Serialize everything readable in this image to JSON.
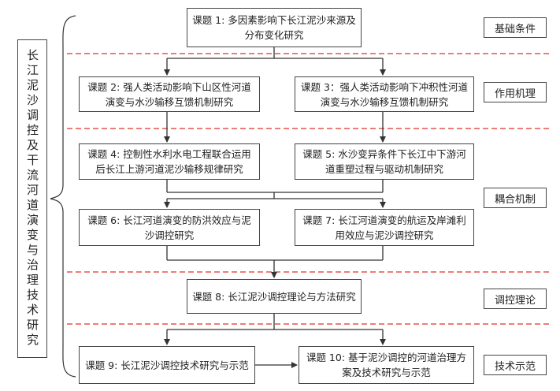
{
  "side_title": "长江泥沙调控及干流河道演变与治理技术研究",
  "layers": {
    "basic": "基础条件",
    "mechanism": "作用机理",
    "coupling": "耦合机制",
    "regulation_theory": "调控理论",
    "tech_demo": "技术示范"
  },
  "topics": {
    "t1": "课题 1: 多因素影响下长江泥沙来源及分布变化研究",
    "t2": "课题 2: 强人类活动影响下山区性河道演变与水沙输移互馈机制研究",
    "t3": "课题 3：强人类活动影响下冲积性河道演变与水沙输移互馈机制研究",
    "t4": "课题 4: 控制性水利水电工程联合运用后长江上游河道泥沙输移规律研究",
    "t5": "课题 5: 水沙变异条件下长江中下游河道重塑过程与驱动机制研究",
    "t6": "课题 6: 长江河道演变的防洪效应与泥沙调控研究",
    "t7": "课题 7: 长江河道演变的航运及岸滩利用效应与泥沙调控研究",
    "t8": "课题 8: 长江泥沙调控理论与方法研究",
    "t9": "课题 9: 长江泥沙调控技术研究与示范",
    "t10": "课题 10: 基于泥沙调控的河道治理方案及技术研究与示范"
  },
  "colors": {
    "divider": "#e0302a",
    "line": "#333333"
  }
}
